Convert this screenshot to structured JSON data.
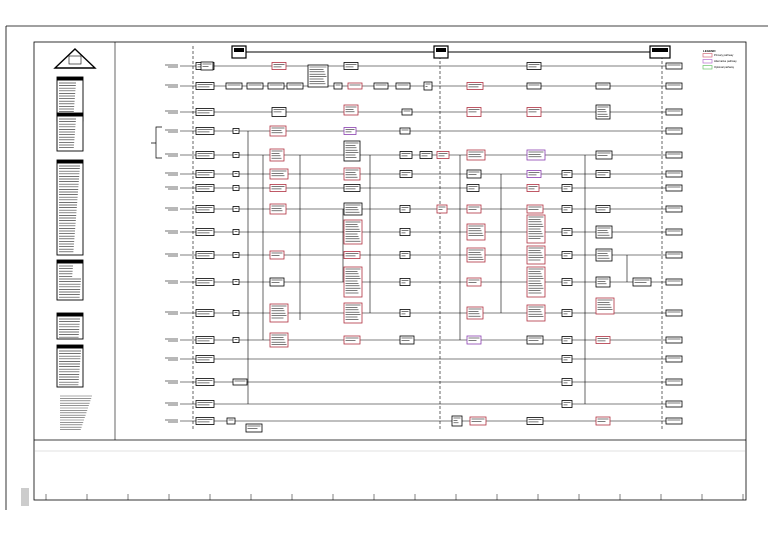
{
  "document": {
    "legend_title": "LEGEND",
    "legend_items": [
      {
        "label": "Primary pathway",
        "color": "#d46a7a"
      },
      {
        "label": "Alternative pathway",
        "color": "#b86fd0"
      },
      {
        "label": "Optional pathway",
        "color": "#6cc46c"
      }
    ]
  },
  "colors": {
    "line": "#000000",
    "primary": "#b03040",
    "primary_fill": "#f6d5d9",
    "alternative": "#8a3fb0",
    "alternative_fill": "#ead6f3",
    "optional": "#3f9a3f"
  },
  "icons": {
    "logo": "warning-triangle-icon"
  }
}
